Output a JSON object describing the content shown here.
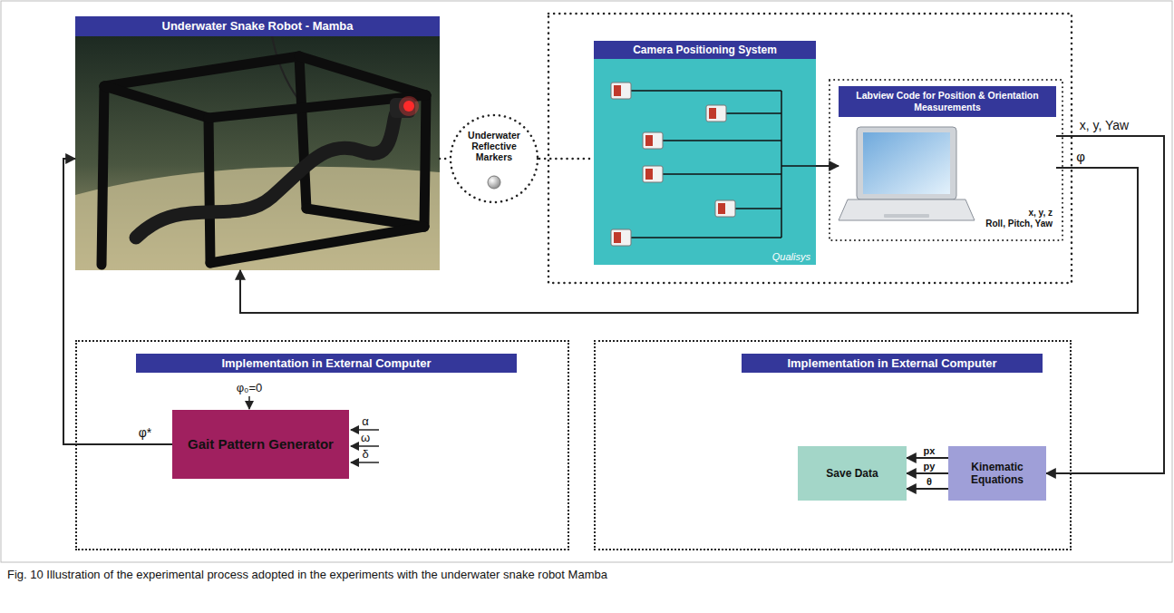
{
  "diagram": {
    "caption": "Fig. 10 Illustration of the experimental process adopted in the experiments with the underwater snake robot Mamba",
    "nodes": [
      {
        "text": [
          "Underwater Snake Robot - Mamba"
        ]
      },
      {
        "text": [
          "Underwater Reflective Markers"
        ]
      },
      {
        "text": [
          "Camera Positioning System",
          "Qualisys"
        ]
      },
      {
        "text": [
          "Labview Code for Position & Orientation Measurements",
          "x, y, z",
          "Roll, Pitch, Yaw"
        ]
      },
      {
        "text": [
          "Implementation in External Computer"
        ]
      },
      {
        "text": [
          "Gait Pattern Generator"
        ],
        "in": 4
      },
      {
        "text": [
          "Implementation in External Computer"
        ]
      },
      {
        "text": [
          "Save Data"
        ],
        "in": 6
      },
      {
        "text": [
          "Kinematic Equations"
        ],
        "in": 6
      }
    ],
    "edges": [
      {
        "from": 0,
        "to": 1,
        "arrow": "none"
      },
      {
        "from": 1,
        "to": 2,
        "arrow": "none"
      },
      {
        "from": 2,
        "to": 3,
        "arrow": "to"
      },
      {
        "from": 3,
        "to": 8,
        "label": "x, y, Yaw",
        "arrow": "to"
      },
      {
        "from": 3,
        "to": 0,
        "label": "φ",
        "arrow": "to"
      },
      {
        "from": 5,
        "to": 0,
        "label": "φ*",
        "arrow": "to"
      },
      {
        "from": 8,
        "to": 7,
        "label": "px",
        "arrow": "to"
      },
      {
        "from": 8,
        "to": 7,
        "label": "py",
        "arrow": "to"
      },
      {
        "from": 8,
        "to": 7,
        "label": "θ",
        "arrow": "to"
      }
    ],
    "labels": [
      "φ₀=0",
      "α",
      "ω",
      "δ"
    ]
  }
}
